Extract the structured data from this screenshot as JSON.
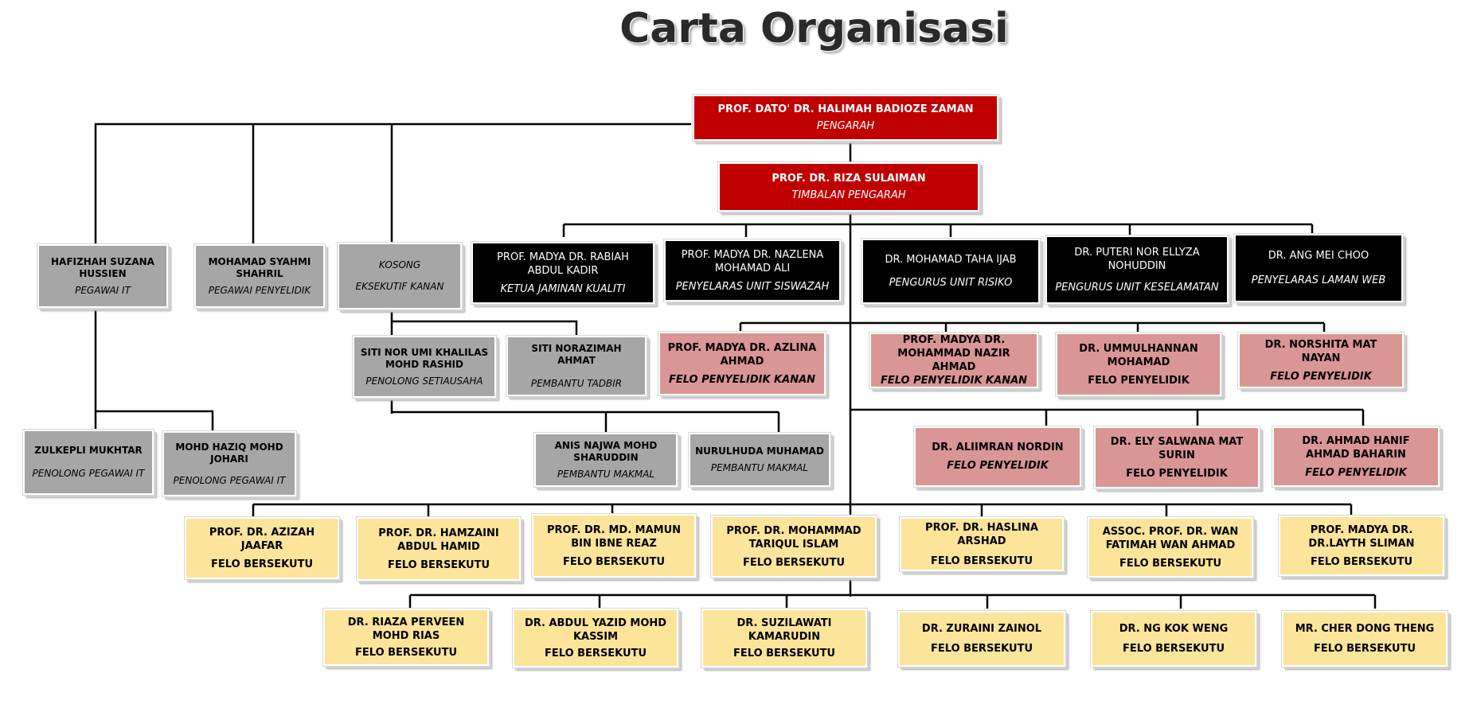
{
  "title": "Carta Organisasi",
  "people": {
    "pengarah": {
      "name": "PROF. DATO' DR. HALIMAH BADIOZE ZAMAN",
      "role": "PENGARAH"
    },
    "timbalan": {
      "name": "PROF. DR. RIZA SULAIMAN",
      "role": "TIMBALAN PENGARAH"
    },
    "hafizhah": {
      "name": "HAFIZHAH SUZANA HUSSIEN",
      "role": "PEGAWAI IT"
    },
    "syahmi": {
      "name": "MOHAMAD SYAHMI SHAHRIL",
      "role": "PEGAWAI PENYELIDIK"
    },
    "kosong": {
      "name": "KOSONG",
      "role": "EKSEKUTIF KANAN"
    },
    "zulkepli": {
      "name": "ZULKEPLI MUKHTAR",
      "role": "PENOLONG PEGAWAI IT"
    },
    "haziq": {
      "name": "MOHD HAZIQ MOHD JOHARI",
      "role": "PENOLONG PEGAWAI IT"
    },
    "umi": {
      "name": "SITI NOR UMI KHALILAS MOHD RASHID",
      "role": "PENOLONG SETIAUSAHA"
    },
    "norazimah": {
      "name": "SITI NORAZIMAH AHMAT",
      "role": "PEMBANTU TADBIR"
    },
    "anis": {
      "name": "ANIS NAJWA MOHD SHARUDDIN",
      "role": "PEMBANTU MAKMAL"
    },
    "nurulhuda": {
      "name": "NURULHUDA MUHAMAD",
      "role": "PEMBANTU MAKMAL"
    },
    "rabiah": {
      "name": "PROF. MADYA DR. RABIAH ABDUL KADIR",
      "role": "KETUA JAMINAN KUALITI"
    },
    "nazlena": {
      "name": "PROF. MADYA DR. NAZLENA MOHAMAD ALI",
      "role": "PENYELARAS UNIT SISWAZAH"
    },
    "taha": {
      "name": "DR. MOHAMAD TAHA IJAB",
      "role": "PENGURUS UNIT RISIKO"
    },
    "puteri": {
      "name": "DR. PUTERI NOR ELLYZA NOHUDDIN",
      "role": "PENGURUS UNIT KESELAMATAN"
    },
    "ang": {
      "name": "DR. ANG MEI CHOO",
      "role": "PENYELARAS LAMAN WEB"
    },
    "azlina": {
      "name": "PROF. MADYA DR. AZLINA AHMAD",
      "role": "FELO PENYELIDIK KANAN"
    },
    "nazir": {
      "name": "PROF. MADYA DR. MOHAMMAD NAZIR AHMAD",
      "role": "FELO PENYELIDIK KANAN"
    },
    "ummul": {
      "name": "DR. UMMULHANNAN MOHAMAD",
      "role": "FELO PENYELIDIK"
    },
    "norshita": {
      "name": "DR. NORSHITA MAT NAYAN",
      "role": "FELO PENYELIDIK"
    },
    "aliimran": {
      "name": "DR. ALIIMRAN NORDIN",
      "role": "FELO PENYELIDIK"
    },
    "ely": {
      "name": "DR. ELY SALWANA MAT SURIN",
      "role": "FELO PENYELIDIK"
    },
    "hanif": {
      "name": "DR. AHMAD HANIF AHMAD BAHARIN",
      "role": "FELO PENYELIDIK"
    },
    "azizah": {
      "name": "PROF. DR. AZIZAH JAAFAR",
      "role": "FELO BERSEKUTU"
    },
    "hamzaini": {
      "name": "PROF. DR. HAMZAINI ABDUL HAMID",
      "role": "FELO BERSEKUTU"
    },
    "mamun": {
      "name": "PROF. DR. MD. MAMUN BIN IBNE REAZ",
      "role": "FELO BERSEKUTU"
    },
    "tariqul": {
      "name": "PROF. DR. MOHAMMAD TARIQUL ISLAM",
      "role": "FELO BERSEKUTU"
    },
    "haslina": {
      "name": "PROF. DR. HASLINA ARSHAD",
      "role": "FELO BERSEKUTU"
    },
    "wan": {
      "name": "ASSOC. PROF. DR. WAN FATIMAH WAN AHMAD",
      "role": "FELO BERSEKUTU"
    },
    "layth": {
      "name": "PROF. MADYA DR. DR.LAYTH SLIMAN",
      "role": "FELO BERSEKUTU"
    },
    "riaza": {
      "name": "DR. RIAZA PERVEEN MOHD RIAS",
      "role": "FELO BERSEKUTU"
    },
    "yazid": {
      "name": "DR. ABDUL YAZID MOHD KASSIM",
      "role": "FELO BERSEKUTU"
    },
    "suzila": {
      "name": "DR. SUZILAWATI KAMARUDIN",
      "role": "FELO BERSEKUTU"
    },
    "zuraini": {
      "name": "DR. ZURAINI ZAINOL",
      "role": "FELO BERSEKUTU"
    },
    "ngkok": {
      "name": "DR. NG KOK WENG",
      "role": "FELO BERSEKUTU"
    },
    "cher": {
      "name": "MR. CHER DONG THENG",
      "role": "FELO BERSEKUTU"
    }
  },
  "colors": {
    "pengurusan": "#c00000",
    "ketua_unit": "#000000",
    "staf_sokongan": "#a6a6a6",
    "felo_penyelidik": "#da9694",
    "felo_bersekutu": "#fde49b"
  }
}
